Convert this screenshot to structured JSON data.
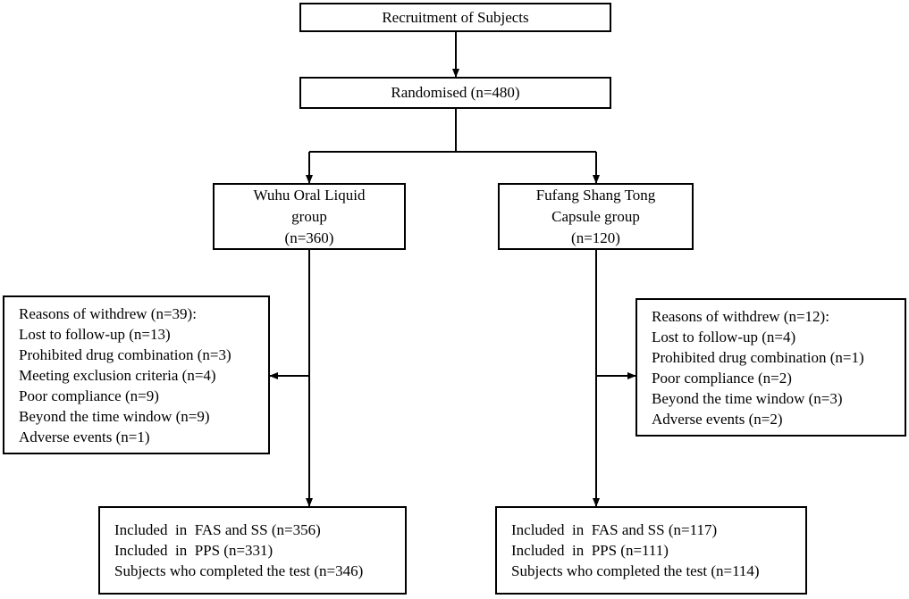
{
  "recruitment": {
    "label": "Recruitment of Subjects"
  },
  "randomised": {
    "label": "Randomised (n=480)"
  },
  "groups": {
    "left": {
      "title_lines": [
        "Wuhu Oral Liquid",
        "group",
        "(n=360)"
      ],
      "withdrew": [
        "Reasons of withdrew (n=39):",
        "Lost to follow-up (n=13)",
        "Prohibited drug combination (n=3)",
        "Meeting exclusion criteria (n=4)",
        "Poor compliance (n=9)",
        "Beyond the time window (n=9)",
        "Adverse events (n=1)"
      ],
      "included": [
        "Included  in  FAS and SS (n=356)",
        "Included  in  PPS (n=331)",
        "Subjects who completed the test (n=346)"
      ]
    },
    "right": {
      "title_lines": [
        "Fufang Shang Tong",
        "Capsule group",
        "(n=120)"
      ],
      "withdrew": [
        "Reasons of withdrew (n=12):",
        "Lost to follow-up (n=4)",
        "Prohibited drug combination (n=1)",
        "Poor compliance (n=2)",
        "Beyond the time window (n=3)",
        "Adverse events (n=2)"
      ],
      "included": [
        "Included  in  FAS and SS (n=117)",
        "Included  in  PPS (n=111)",
        "Subjects who completed the test (n=114)"
      ]
    }
  }
}
